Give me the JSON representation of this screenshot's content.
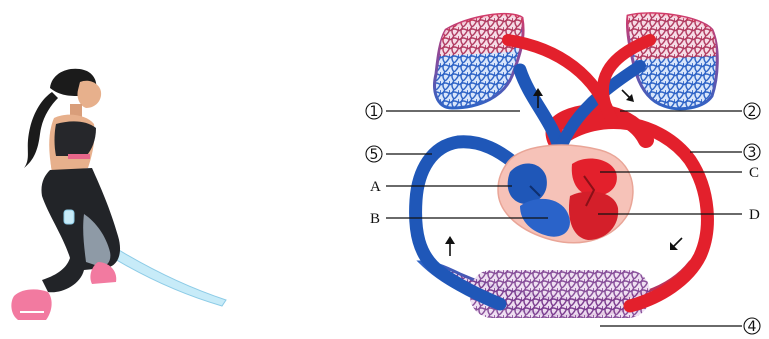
{
  "labels": {
    "A": "A",
    "B": "B",
    "C": "C",
    "D": "D",
    "n1": "1",
    "n2": "2",
    "n3": "3",
    "n4": "4",
    "n5": "5"
  },
  "colors": {
    "artery": "#e3202c",
    "vein": "#1f57b8",
    "capillary_mix": "#8a3d86",
    "heart_bg": "#f6c2b8",
    "skin": "#e7b08c",
    "hair": "#1b1b1b",
    "legging": "#222428",
    "legging_panel": "#8e9aa6",
    "top": "#26272b",
    "top_accent": "#e7668a",
    "shoe": "#f27aa0",
    "rope": "#9fd6ee"
  },
  "icons": {
    "girl": "jump-rope-girl-illustration",
    "arrow": "flow-direction-arrow-icon"
  }
}
